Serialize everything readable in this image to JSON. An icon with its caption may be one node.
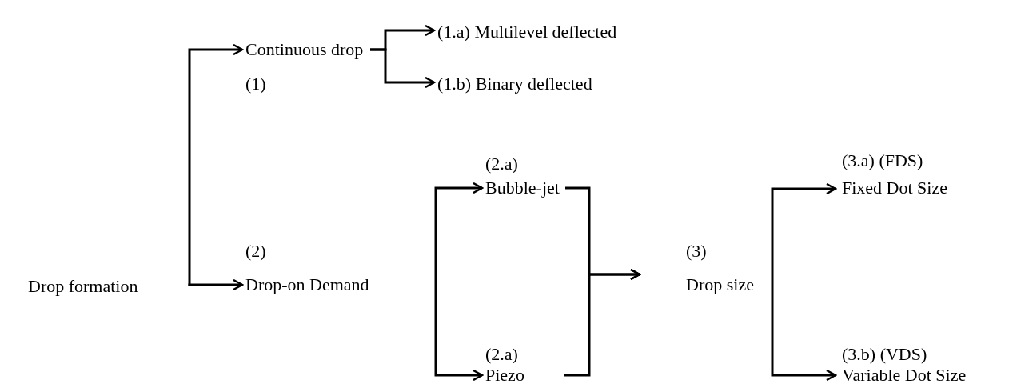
{
  "diagram": {
    "nodes": [
      {
        "text": [
          "Drop formation"
        ]
      },
      {
        "text": [
          "Continuous drop",
          "(1)"
        ]
      },
      {
        "text": [
          "(1.a) Multilevel deflected"
        ]
      },
      {
        "text": [
          "(1.b) Binary deflected"
        ]
      },
      {
        "text": [
          "(2)",
          "Drop-on Demand"
        ]
      },
      {
        "text": [
          "(2.a)",
          "Bubble-jet"
        ]
      },
      {
        "text": [
          "(2.a)",
          "Piezo"
        ]
      },
      {
        "text": [
          "(3)",
          "Drop size"
        ]
      },
      {
        "text": [
          "(3.a) (FDS)",
          "Fixed Dot Size"
        ]
      },
      {
        "text": [
          "(3.b) (VDS)",
          "Variable Dot Size"
        ]
      }
    ],
    "edges": [
      {
        "from": 0,
        "to": 1,
        "arrow": "to"
      },
      {
        "from": 0,
        "to": 4,
        "arrow": "to"
      },
      {
        "from": 1,
        "to": 2,
        "arrow": "to"
      },
      {
        "from": 1,
        "to": 3,
        "arrow": "to"
      },
      {
        "from": 4,
        "to": 5,
        "arrow": "to"
      },
      {
        "from": 4,
        "to": 6,
        "arrow": "to"
      },
      {
        "from": 5,
        "to": 7,
        "arrow": "to"
      },
      {
        "from": 6,
        "to": 7,
        "arrow": "to"
      },
      {
        "from": 7,
        "to": 8,
        "arrow": "to"
      },
      {
        "from": 7,
        "to": 9,
        "arrow": "to"
      }
    ]
  }
}
